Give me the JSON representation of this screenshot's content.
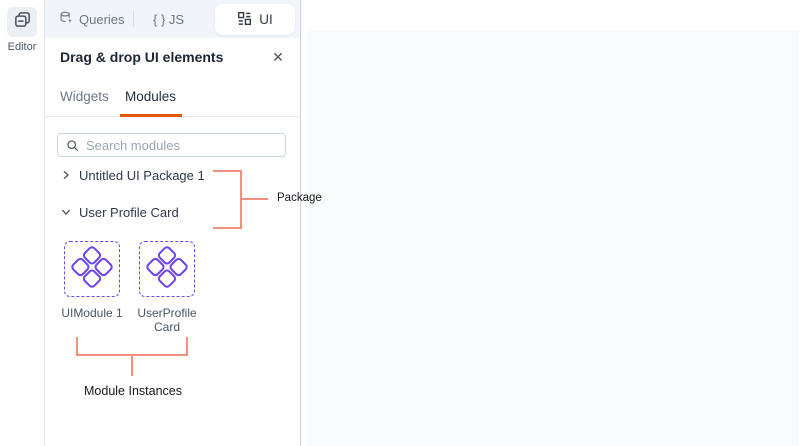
{
  "sidebar": {
    "editor": {
      "label": "Editor"
    }
  },
  "topbar": {
    "queries": {
      "label": "Queries"
    },
    "js": {
      "label": "{ } JS"
    },
    "ui": {
      "label": "UI"
    }
  },
  "panel": {
    "header": {
      "title": "Drag & drop UI elements",
      "close": "✕"
    },
    "tabs": {
      "widgets": "Widgets",
      "modules": "Modules"
    },
    "search": {
      "placeholder": "Search modules"
    },
    "tree": {
      "package": "Untitled UI Package 1",
      "module": "User Profile Card"
    },
    "instances": [
      {
        "label": "UIModule 1"
      },
      {
        "label": "UserProfileCard"
      }
    ]
  },
  "annotations": {
    "package": "Package",
    "instances": "Module Instances"
  },
  "colors": {
    "accent_orange": "#e55708",
    "module_purple": "#6c46f0",
    "annotation_salmon": "#f1907e",
    "topbar_bg": "#f1f5f9",
    "canvas_bg": "#f8fafc"
  }
}
